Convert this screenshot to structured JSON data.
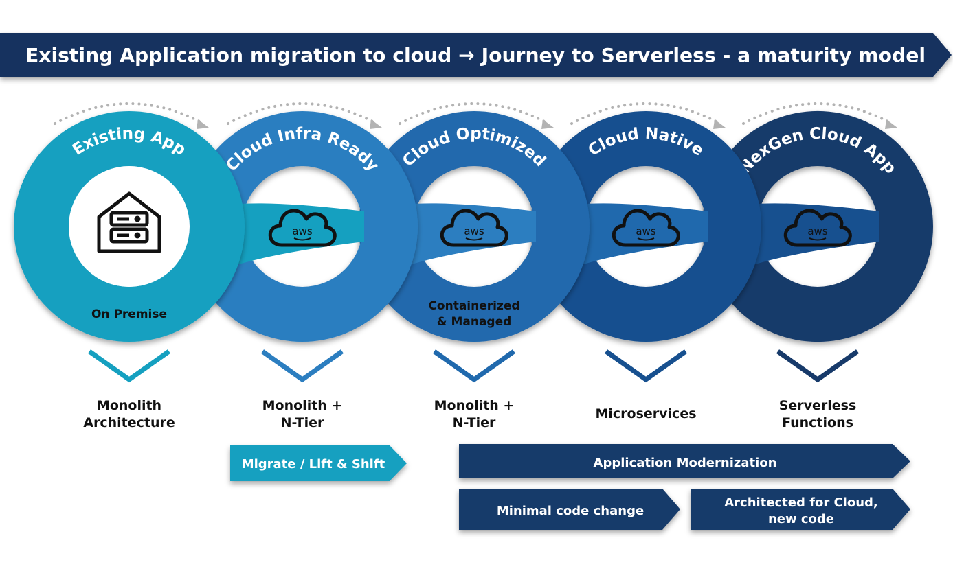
{
  "title": "Existing Application migration to cloud → Journey to Serverless - a maturity model",
  "colors": {
    "banner": "#15315e",
    "stage1": "#15a0c0",
    "stage2": "#2c7ec0",
    "stage3": "#2069ad",
    "stage4": "#17508f",
    "stage5": "#173a6a",
    "text_dark": "#111111",
    "dots": "#b3b3b3"
  },
  "stages": [
    {
      "arc_label": "Existing App",
      "center_icon": "server-building-icon",
      "inner_label": [
        "On Premise"
      ],
      "architecture": [
        "Monolith",
        "Architecture"
      ]
    },
    {
      "arc_label": "Cloud Infra Ready",
      "center_icon": "aws-cloud-icon",
      "cloud_text": "aws",
      "inner_label": [],
      "architecture": [
        "Monolith +",
        "N-Tier"
      ]
    },
    {
      "arc_label": "Cloud Optimized",
      "center_icon": "aws-cloud-icon",
      "cloud_text": "aws",
      "inner_label": [
        "Containerized",
        "& Managed"
      ],
      "architecture": [
        "Monolith +",
        "N-Tier"
      ]
    },
    {
      "arc_label": "Cloud Native",
      "center_icon": "aws-cloud-icon",
      "cloud_text": "aws",
      "inner_label": [],
      "architecture": [
        "Microservices"
      ]
    },
    {
      "arc_label": "NexGen Cloud App",
      "center_icon": "aws-cloud-icon",
      "cloud_text": "aws",
      "inner_label": [],
      "architecture": [
        "Serverless",
        "Functions"
      ]
    }
  ],
  "arrows": {
    "migrate": "Migrate / Lift & Shift",
    "modernization": "Application Modernization",
    "minimal": "Minimal code change",
    "architected": [
      "Architected for Cloud,",
      "new code"
    ]
  }
}
